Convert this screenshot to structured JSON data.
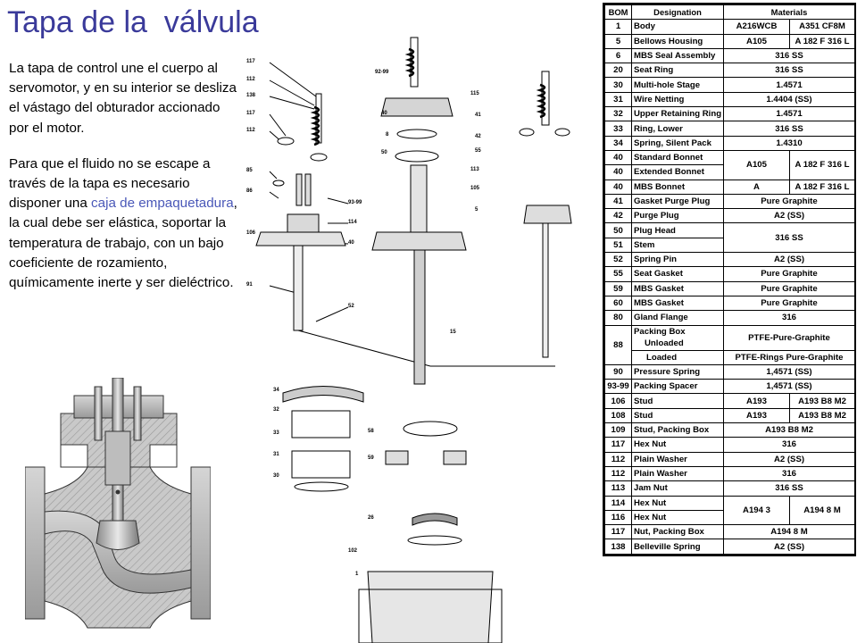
{
  "title": "Tapa de la  válvula",
  "paragraph1": "La tapa de control une el cuerpo al servomotor, y en su interior se desliza el vástago del obturador accionado por el motor.",
  "paragraph2": {
    "before": "Para que el fluido no se escape a través de la tapa es necesario disponer una ",
    "highlight": "caja de empaquetadura",
    "after": ", la cual debe ser elástica, soportar la temperatura de trabajo, con un bajo coeficiente de rozamiento, químicamente inerte y ser dieléctrico."
  },
  "diagram_labels": {
    "left_column": [
      "117",
      "112",
      "138",
      "117",
      "112",
      "85",
      "86",
      "106",
      "91"
    ],
    "left_right": [
      "93-99",
      "114",
      "40",
      "52"
    ],
    "center_top": [
      "92-99",
      "40",
      "8",
      "50",
      "115",
      "41",
      "42",
      "55",
      "113",
      "105",
      "5",
      "15"
    ],
    "lower": [
      "34",
      "32",
      "33",
      "31",
      "30",
      "58",
      "59",
      "26",
      "102",
      "1"
    ]
  },
  "bom": {
    "headers": [
      "BOM",
      "Designation",
      "Materials"
    ],
    "rows": [
      {
        "n": "1",
        "d": "Body",
        "m1": "A216WCB",
        "m2": "A351 CF8M"
      },
      {
        "n": "5",
        "d": "Bellows Housing",
        "m1": "A105",
        "m2": "A 182 F 316 L"
      },
      {
        "n": "6",
        "d": "MBS Seal Assembly",
        "m": "316 SS"
      },
      {
        "n": "20",
        "d": "Seat Ring",
        "m": "316 SS"
      },
      {
        "n": "30",
        "d": "Multi-hole Stage",
        "m": "1.4571"
      },
      {
        "n": "31",
        "d": "Wire Netting",
        "m": "1.4404 (SS)"
      },
      {
        "n": "32",
        "d": "Upper Retaining Ring",
        "m": "1.4571"
      },
      {
        "n": "33",
        "d": "Ring, Lower",
        "m": "316 SS"
      },
      {
        "n": "34",
        "d": "Spring, Silent Pack",
        "m": "1.4310"
      },
      {
        "n": "40",
        "d": "Standard Bonnet",
        "m1": "A105",
        "m2": "A 182 F 316 L",
        "span": 2
      },
      {
        "n": "40",
        "d": "Extended Bonnet"
      },
      {
        "n": "40",
        "d": "MBS Bonnet",
        "m1": "A",
        "m2": "A 182 F 316 L"
      },
      {
        "n": "41",
        "d": "Gasket Purge Plug",
        "m": "Pure Graphite"
      },
      {
        "n": "42",
        "d": "Purge Plug",
        "m": "A2 (SS)"
      },
      {
        "n": "50",
        "d": "Plug Head",
        "m": "316 SS",
        "span": 2
      },
      {
        "n": "51",
        "d": "Stem"
      },
      {
        "n": "52",
        "d": "Spring Pin",
        "m": "A2 (SS)"
      },
      {
        "n": "55",
        "d": "Seat Gasket",
        "m": "Pure Graphite"
      },
      {
        "n": "59",
        "d": "MBS Gasket",
        "m": "Pure Graphite"
      },
      {
        "n": "60",
        "d": "MBS Gasket",
        "m": "Pure Graphite"
      },
      {
        "n": "80",
        "d": "Gland Flange",
        "m": "316"
      },
      {
        "n": "88",
        "d": "Packing Box\nUnloaded",
        "m": "PTFE-Pure-Graphite",
        "nspan": 2,
        "tall": true
      },
      {
        "d": "Loaded",
        "m": "PTFE-Rings Pure-Graphite",
        "indent": true
      },
      {
        "n": "90",
        "d": "Pressure Spring",
        "m": "1,4571 (SS)"
      },
      {
        "n": "93-99",
        "d": "Packing Spacer",
        "m": "1,4571 (SS)"
      },
      {
        "n": "106",
        "d": "Stud",
        "m1": "A193",
        "m2": "A193 B8 M2"
      },
      {
        "n": "108",
        "d": "Stud",
        "m1": "A193",
        "m2": "A193 B8 M2"
      },
      {
        "n": "109",
        "d": "Stud, Packing Box",
        "m": "A193 B8 M2"
      },
      {
        "n": "117",
        "d": "Hex Nut",
        "m": "316"
      },
      {
        "n": "112",
        "d": "Plain Washer",
        "m": "A2 (SS)"
      },
      {
        "n": "112",
        "d": "Plain Washer",
        "m": "316"
      },
      {
        "n": "113",
        "d": "Jam Nut",
        "m": "316 SS"
      },
      {
        "n": "114",
        "d": "Hex Nut",
        "m1": "A194 3",
        "m2": "A194 8 M",
        "span": 2
      },
      {
        "n": "116",
        "d": "Hex Nut"
      },
      {
        "n": "117",
        "d": "Nut, Packing Box",
        "m": "A194 8 M"
      },
      {
        "n": "138",
        "d": "Belleville Spring",
        "m": "A2 (SS)"
      }
    ]
  }
}
